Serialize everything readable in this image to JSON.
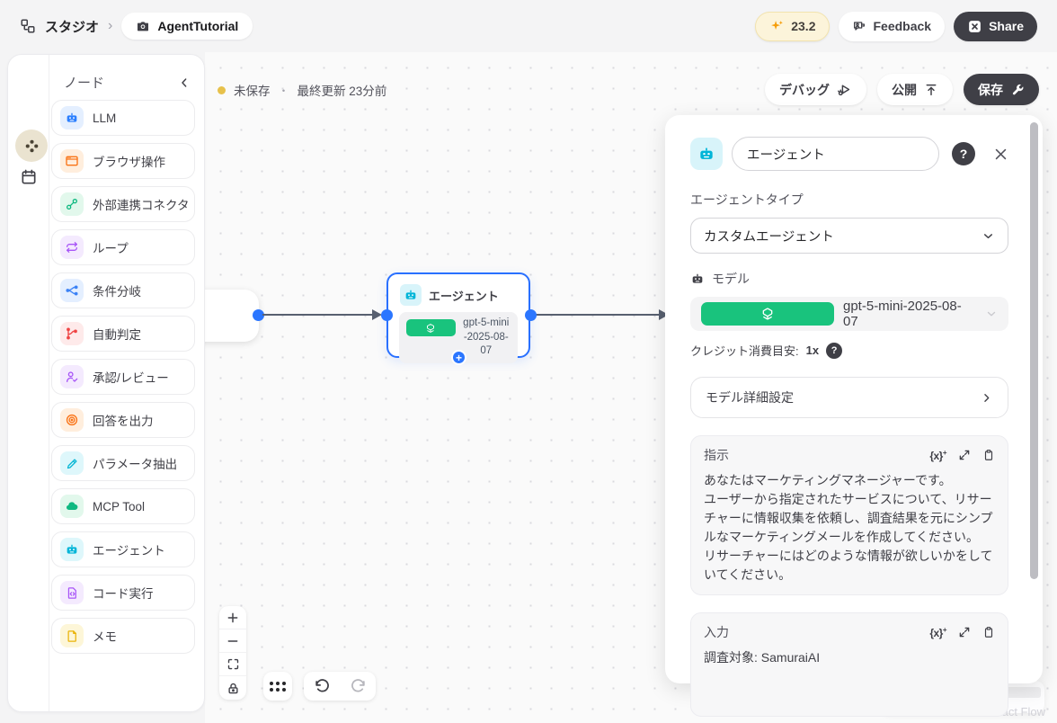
{
  "app_bar": {
    "breadcrumb": {
      "root": "スタジオ",
      "chevron": "›",
      "project": "AgentTutorial"
    },
    "credits": "23.2",
    "feedback_label": "Feedback",
    "share_label": "Share",
    "colors": {
      "credits_bg": "#fcf4da",
      "credits_icon": "#f59e0b",
      "dark_button": "#3f3f46"
    }
  },
  "node_panel": {
    "title": "ノード",
    "items": [
      {
        "label": "LLM",
        "icon": "robot-icon",
        "fg": "#2b7fff",
        "bg": "#e4efff"
      },
      {
        "label": "ブラウザ操作",
        "icon": "browser-icon",
        "fg": "#f97316",
        "bg": "#ffeedd"
      },
      {
        "label": "外部連携コネクタ",
        "icon": "connector-icon",
        "fg": "#10b981",
        "bg": "#e2f8ec"
      },
      {
        "label": "ループ",
        "icon": "loop-icon",
        "fg": "#a855f7",
        "bg": "#f4eafe"
      },
      {
        "label": "条件分岐",
        "icon": "branch-icon",
        "fg": "#3b82f6",
        "bg": "#e4efff"
      },
      {
        "label": "自動判定",
        "icon": "decision-icon",
        "fg": "#ef4444",
        "bg": "#feeaea"
      },
      {
        "label": "承認/レビュー",
        "icon": "person-check-icon",
        "fg": "#a855f7",
        "bg": "#f4eafe"
      },
      {
        "label": "回答を出力",
        "icon": "target-icon",
        "fg": "#f97316",
        "bg": "#ffeedd"
      },
      {
        "label": "パラメータ抽出",
        "icon": "pen-icon",
        "fg": "#06b6d4",
        "bg": "#def7fb"
      },
      {
        "label": "MCP Tool",
        "icon": "cloud-icon",
        "fg": "#10b981",
        "bg": "#e2f8ec"
      },
      {
        "label": "エージェント",
        "icon": "agent-robot-icon",
        "fg": "#00b5d8",
        "bg": "#def7fb"
      },
      {
        "label": "コード実行",
        "icon": "code-file-icon",
        "fg": "#a855f7",
        "bg": "#f4eafe"
      },
      {
        "label": "メモ",
        "icon": "note-icon",
        "fg": "#eab308",
        "bg": "#fdf6d8"
      }
    ]
  },
  "canvas": {
    "status": {
      "save_state": "未保存",
      "separator": "・",
      "last_updated": "最終更新 23分前",
      "dot_color": "#e7c14b"
    },
    "toolbar": {
      "debug_label": "デバッグ",
      "publish_label": "公開",
      "save_label": "保存"
    },
    "node": {
      "title": "エージェント",
      "model": "gpt-5-mini-2025-08-07",
      "border_color": "#2970ff"
    },
    "watermark": "React Flow"
  },
  "inspector": {
    "name_value": "エージェント",
    "agent_type_label": "エージェントタイプ",
    "agent_type_value": "カスタムエージェント",
    "model_label": "モデル",
    "model_value": "gpt-5-mini-2025-08-07",
    "credit_label": "クレジット消費目安:",
    "credit_value": "1x",
    "model_detail_label": "モデル詳細設定",
    "instructions_label": "指示",
    "instructions_text": "あなたはマーケティングマネージャーです。\nユーザーから指定されたサービスについて、リサーチャーに情報収集を依頼し、調査結果を元にシンプルなマーケティングメールを作成してください。\nリサーチャーにはどのような情報が欲しいかをしていてください。",
    "input_label": "入力",
    "input_text": "調査対象: SamuraiAI"
  }
}
